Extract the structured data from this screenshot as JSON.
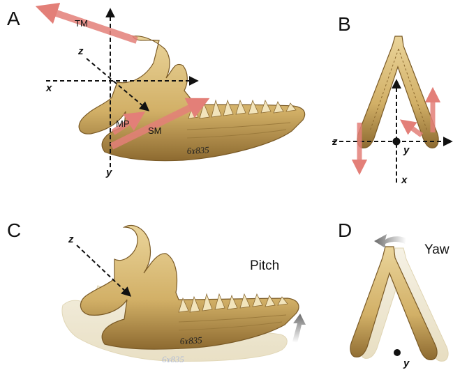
{
  "panels": {
    "a": {
      "letter": "A",
      "axes": {
        "x": "x",
        "y": "y",
        "z": "z"
      },
      "muscles": {
        "tm": "TM",
        "mp": "MP",
        "sm": "SM"
      },
      "specimen": "6ɤ835"
    },
    "b": {
      "letter": "B",
      "axes": {
        "x": "x",
        "y": "y",
        "z": "z"
      }
    },
    "c": {
      "letter": "C",
      "axes": {
        "z": "z"
      },
      "motion": "Pitch",
      "specimen": "6ɤ835",
      "specimen_ghost": "6ɤ835"
    },
    "d": {
      "letter": "D",
      "axes": {
        "y": "y"
      },
      "motion": "Yaw"
    }
  },
  "colors": {
    "muscle_arrow": "#e37f78",
    "bone_light": "#e3cb8a",
    "bone_mid": "#c9a55c",
    "bone_dark": "#7a5a26",
    "ghost_bone": "#eae2c8",
    "motion_arrow": "#777777"
  }
}
